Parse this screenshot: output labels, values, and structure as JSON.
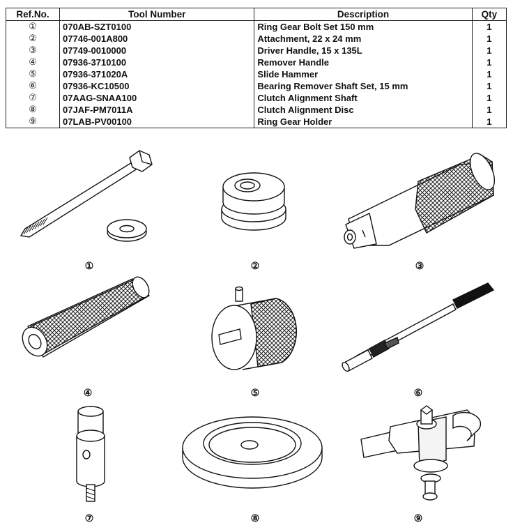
{
  "table": {
    "headers": [
      "Ref.No.",
      "Tool Number",
      "Description",
      "Qty"
    ],
    "rows": [
      {
        "ref": "①",
        "tool": "070AB-SZT0100",
        "desc": "Ring Gear Bolt Set 150 mm",
        "qty": "1"
      },
      {
        "ref": "②",
        "tool": "07746-001A800",
        "desc": "Attachment, 22 x 24 mm",
        "qty": "1"
      },
      {
        "ref": "③",
        "tool": "07749-0010000",
        "desc": "Driver Handle, 15 x 135L",
        "qty": "1"
      },
      {
        "ref": "④",
        "tool": "07936-3710100",
        "desc": "Remover Handle",
        "qty": "1"
      },
      {
        "ref": "⑤",
        "tool": "07936-371020A",
        "desc": "Slide Hammer",
        "qty": "1"
      },
      {
        "ref": "⑥",
        "tool": "07936-KC10500",
        "desc": "Bearing Remover Shaft Set, 15 mm",
        "qty": "1"
      },
      {
        "ref": "⑦",
        "tool": "07AAG-SNAA100",
        "desc": "Clutch Alignment Shaft",
        "qty": "1"
      },
      {
        "ref": "⑧",
        "tool": "07JAF-PM7011A",
        "desc": "Clutch Alignment Disc",
        "qty": "1"
      },
      {
        "ref": "⑨",
        "tool": "07LAB-PV00100",
        "desc": "Ring Gear Holder",
        "qty": "1"
      }
    ]
  },
  "figures": [
    {
      "label": "①",
      "icon": "bolt-and-washer-icon"
    },
    {
      "label": "②",
      "icon": "attachment-icon"
    },
    {
      "label": "③",
      "icon": "driver-handle-icon"
    },
    {
      "label": "④",
      "icon": "remover-handle-icon"
    },
    {
      "label": "⑤",
      "icon": "slide-hammer-icon"
    },
    {
      "label": "⑥",
      "icon": "bearing-remover-shaft-icon"
    },
    {
      "label": "⑦",
      "icon": "clutch-alignment-shaft-icon"
    },
    {
      "label": "⑧",
      "icon": "clutch-alignment-disc-icon"
    },
    {
      "label": "⑨",
      "icon": "ring-gear-holder-icon"
    }
  ]
}
